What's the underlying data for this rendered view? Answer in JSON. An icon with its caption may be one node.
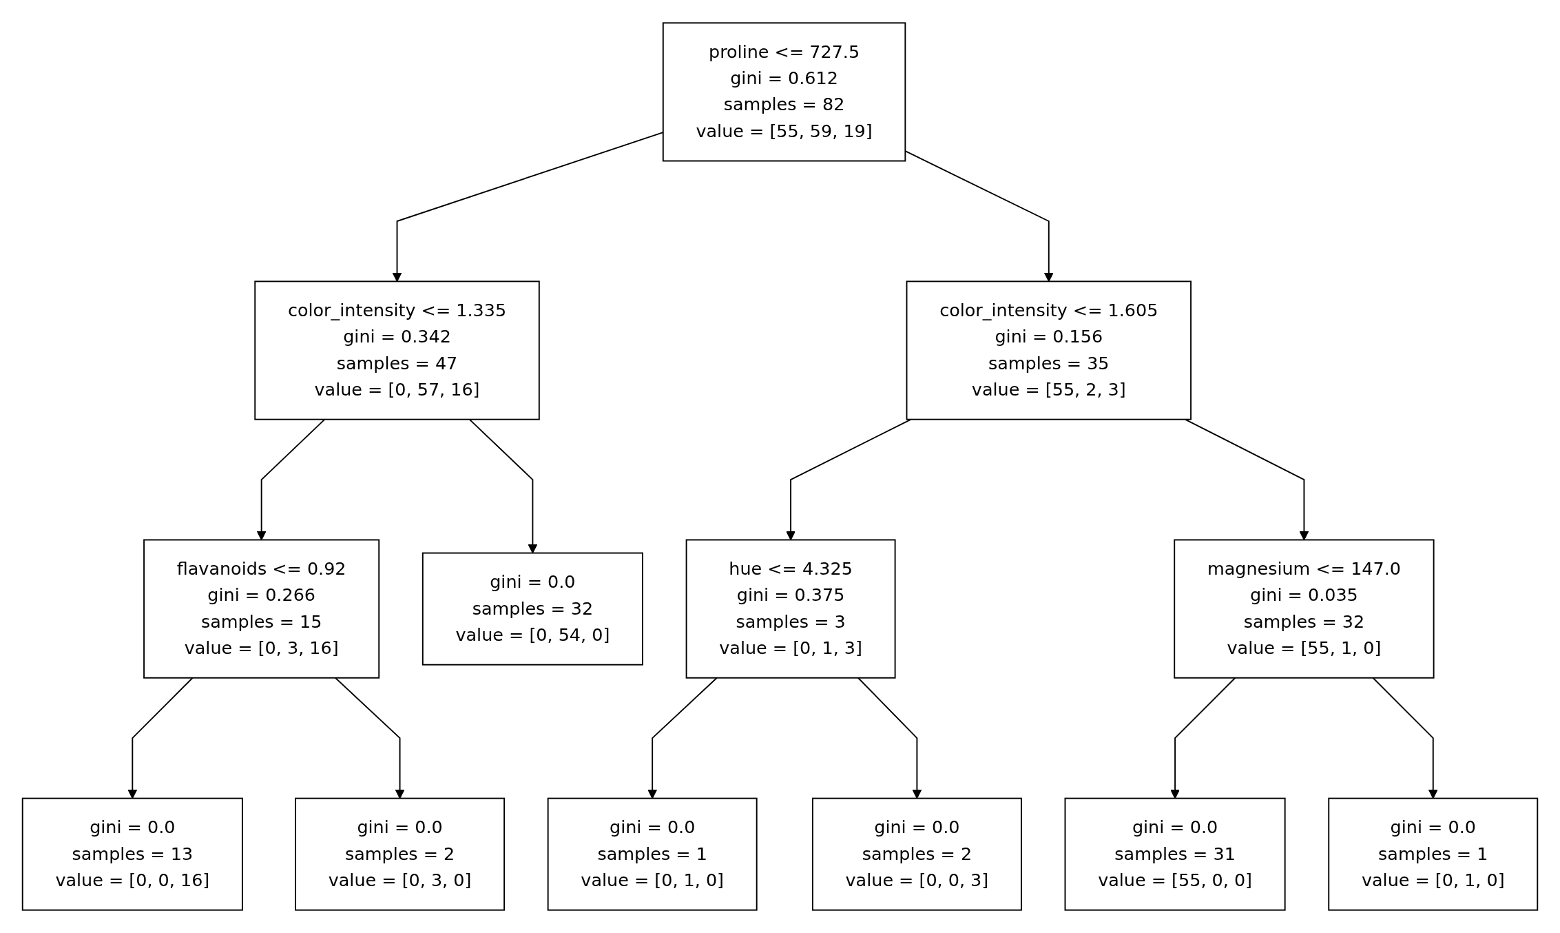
{
  "diagram": {
    "nodes": [
      {
        "text": [
          "proline <= 727.5",
          "gini = 0.612",
          "samples = 82",
          "value = [55, 59, 19]"
        ]
      },
      {
        "text": [
          "color_intensity <= 1.335",
          "gini = 0.342",
          "samples = 47",
          "value = [0, 57, 16]"
        ]
      },
      {
        "text": [
          "color_intensity <= 1.605",
          "gini = 0.156",
          "samples = 35",
          "value = [55, 2, 3]"
        ]
      },
      {
        "text": [
          "flavanoids <= 0.92",
          "gini = 0.266",
          "samples = 15",
          "value = [0, 3, 16]"
        ]
      },
      {
        "text": [
          "gini = 0.0",
          "samples = 32",
          "value = [0, 54, 0]"
        ]
      },
      {
        "text": [
          "hue <= 4.325",
          "gini = 0.375",
          "samples = 3",
          "value = [0, 1, 3]"
        ]
      },
      {
        "text": [
          "magnesium <= 147.0",
          "gini = 0.035",
          "samples = 32",
          "value = [55, 1, 0]"
        ]
      },
      {
        "text": [
          "gini = 0.0",
          "samples = 13",
          "value = [0, 0, 16]"
        ]
      },
      {
        "text": [
          "gini = 0.0",
          "samples = 2",
          "value = [0, 3, 0]"
        ]
      },
      {
        "text": [
          "gini = 0.0",
          "samples = 1",
          "value = [0, 1, 0]"
        ]
      },
      {
        "text": [
          "gini = 0.0",
          "samples = 2",
          "value = [0, 0, 3]"
        ]
      },
      {
        "text": [
          "gini = 0.0",
          "samples = 31",
          "value = [55, 0, 0]"
        ]
      },
      {
        "text": [
          "gini = 0.0",
          "samples = 1",
          "value = [0, 1, 0]"
        ]
      }
    ],
    "edges": [
      {
        "from": 0,
        "to": 1,
        "arrow": "to"
      },
      {
        "from": 0,
        "to": 2,
        "arrow": "to"
      },
      {
        "from": 1,
        "to": 3,
        "arrow": "to"
      },
      {
        "from": 1,
        "to": 4,
        "arrow": "to"
      },
      {
        "from": 2,
        "to": 5,
        "arrow": "to"
      },
      {
        "from": 2,
        "to": 6,
        "arrow": "to"
      },
      {
        "from": 3,
        "to": 7,
        "arrow": "to"
      },
      {
        "from": 3,
        "to": 8,
        "arrow": "to"
      },
      {
        "from": 5,
        "to": 9,
        "arrow": "to"
      },
      {
        "from": 5,
        "to": 10,
        "arrow": "to"
      },
      {
        "from": 6,
        "to": 11,
        "arrow": "to"
      },
      {
        "from": 6,
        "to": 12,
        "arrow": "to"
      }
    ]
  }
}
